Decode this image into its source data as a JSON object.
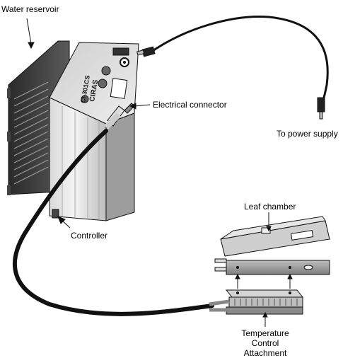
{
  "labels": {
    "water_reservoir": "Water reservoir",
    "electrical_connector": "Electrical connector",
    "to_power_supply": "To power supply",
    "controller": "Controller",
    "leaf_chamber": "Leaf chamber",
    "temperature_control_attachment": [
      "Temperature",
      "Control",
      "Attachment"
    ]
  },
  "device_markings": {
    "controller_logo": "CIRAS",
    "controller_model": "CI-301CS"
  }
}
